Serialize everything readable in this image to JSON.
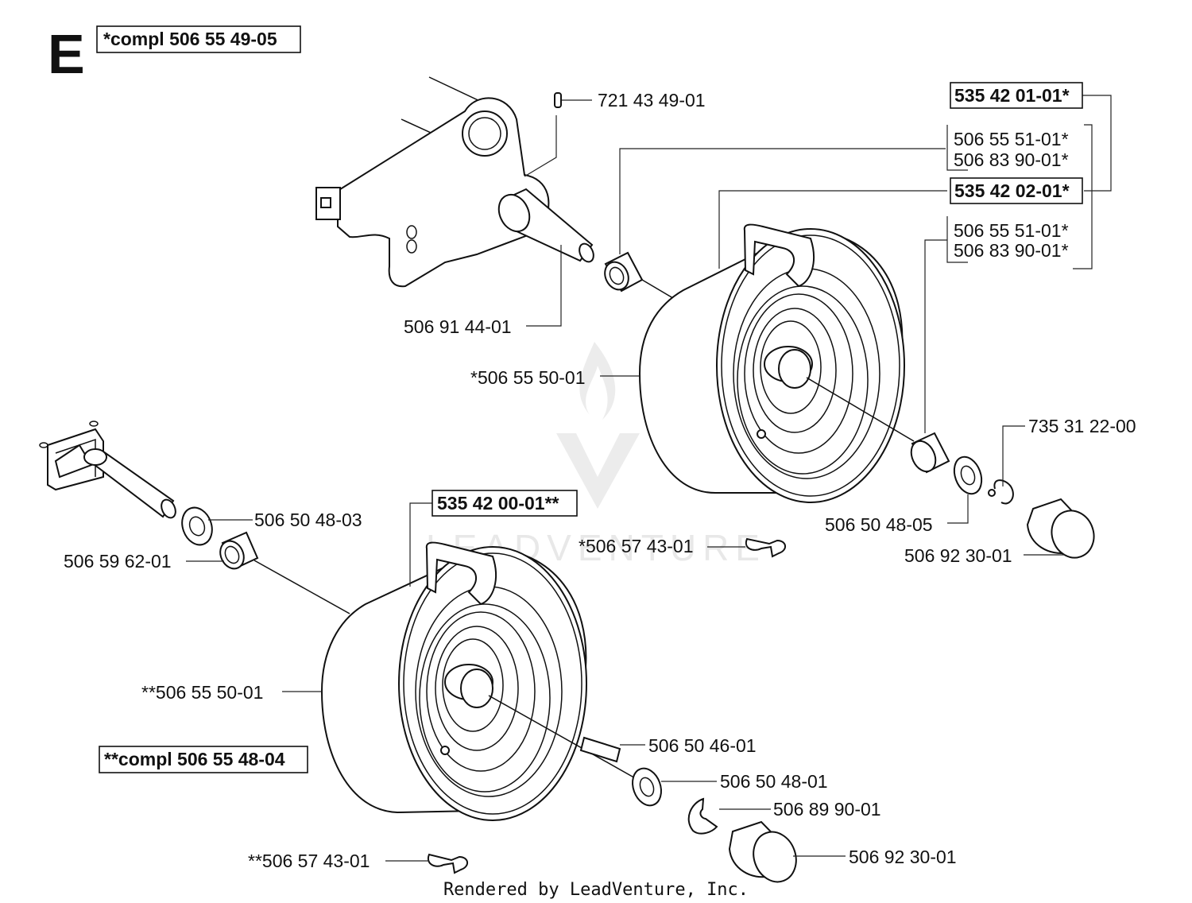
{
  "section_letter": "E",
  "watermark": "LEADVENTURE",
  "footer": "Rendered by LeadVenture, Inc.",
  "labels": {
    "compl_top": "*compl 506 55 49-05",
    "compl_bottom": "**compl 506 55 48-04",
    "kit_535_42_01": "535 42 01-01*",
    "kit_535_42_02": "535 42 02-01*",
    "kit_535_42_00": "535 42 00-01**",
    "pin_721": "721 43 49-01",
    "bearing_upper_a1": "506 55 51-01*",
    "bearing_upper_a2": "506 83 90-01*",
    "bearing_upper_b1": "506 55 51-01*",
    "bearing_upper_b2": "506 83 90-01*",
    "axle_506_91": "506 91 44-01",
    "wheel_upper": "*506 55 50-01",
    "clip_735": "735 31 22-00",
    "washer_48_05": "506 50 48-05",
    "valve_upper": "*506 57 43-01",
    "cap_upper": "506 92 30-01",
    "washer_48_03": "506 50 48-03",
    "bearing_59_62": "506 59 62-01",
    "wheel_lower": "**506 55 50-01",
    "key_46_01": "506 50 46-01",
    "washer_48_01": "506 50 48-01",
    "clip_89_90": "506 89 90-01",
    "valve_lower": "**506 57 43-01",
    "cap_lower": "506 92 30-01"
  }
}
